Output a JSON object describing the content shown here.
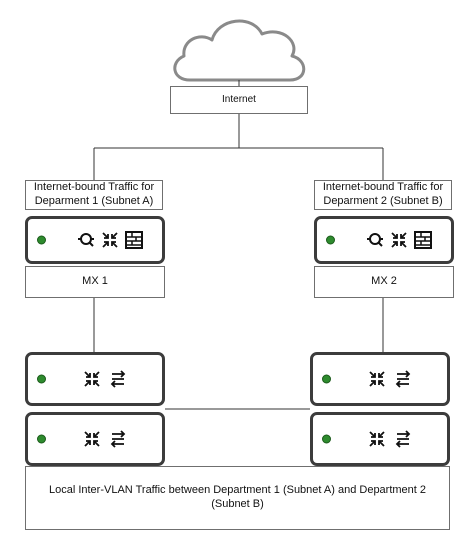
{
  "internet": {
    "label": "Internet",
    "icon": "cloud-icon"
  },
  "left_branch": {
    "traffic_label": "Internet-bound Traffic for Deparment 1 (Subnet A)",
    "mx_label": "MX 1"
  },
  "right_branch": {
    "traffic_label": "Internet-bound Traffic for Deparment 2 (Subnet B)",
    "mx_label": "MX 2"
  },
  "bottom": {
    "label": "Local Inter-VLAN Traffic between Department 1 (Subnet A) and Department 2 (Subnet B)"
  },
  "icons": {
    "security_appliance": [
      "search-gear-icon",
      "cross-arrows-icon",
      "firewall-brick-icon"
    ],
    "switch": [
      "cross-arrows-icon",
      "bidirectional-arrows-icon"
    ]
  },
  "colors": {
    "status_led": "#2e8b2e",
    "device_border": "#3c3c3c",
    "line": "#333333"
  }
}
